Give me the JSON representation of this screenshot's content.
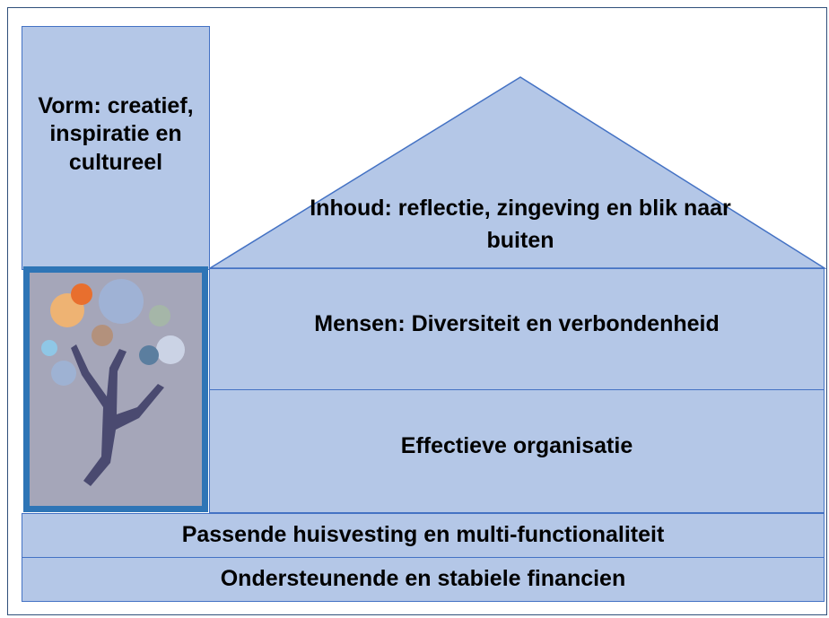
{
  "diagram": {
    "left_pillar": "Vorm: creatief, inspiratie en cultureel",
    "roof": "Inhoud: reflectie, zingeving en blik naar buiten",
    "floor_upper": "Mensen: Diversiteit en verbondenheid",
    "floor_lower": "Effectieve organisatie",
    "foundation_upper": "Passende huisvesting en multi-functionaliteit",
    "foundation_lower": "Ondersteunende en stabiele financien"
  },
  "logo": {
    "icon": "tree-with-circles-icon",
    "colors": {
      "frame": "#2e75b6",
      "background": "#a5a6b9",
      "trunk": "#4a4a70"
    }
  },
  "colors": {
    "fill": "#b4c7e7",
    "border": "#4472c4"
  }
}
